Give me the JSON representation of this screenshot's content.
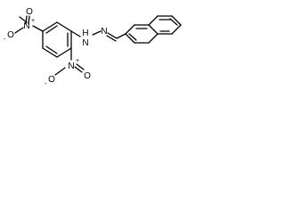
{
  "molecule": {
    "atoms": {
      "nitro_top_o_minus": {
        "label": "O",
        "charge": "-"
      },
      "nitro_top_n": {
        "label": "N",
        "charge": "+"
      },
      "nitro_top_o": {
        "label": "O"
      },
      "nitro_bottom_o_minus": {
        "label": "O",
        "charge": "-"
      },
      "nitro_bottom_n": {
        "label": "N",
        "charge": "+"
      },
      "nitro_bottom_o": {
        "label": "O"
      },
      "hydrazine_nh": {
        "label": "H"
      },
      "hydrazine_n1": {
        "label": "N"
      },
      "hydrazine_n2": {
        "label": "N"
      }
    }
  },
  "colors": {
    "ink": "#000000",
    "background": "#ffffff"
  }
}
